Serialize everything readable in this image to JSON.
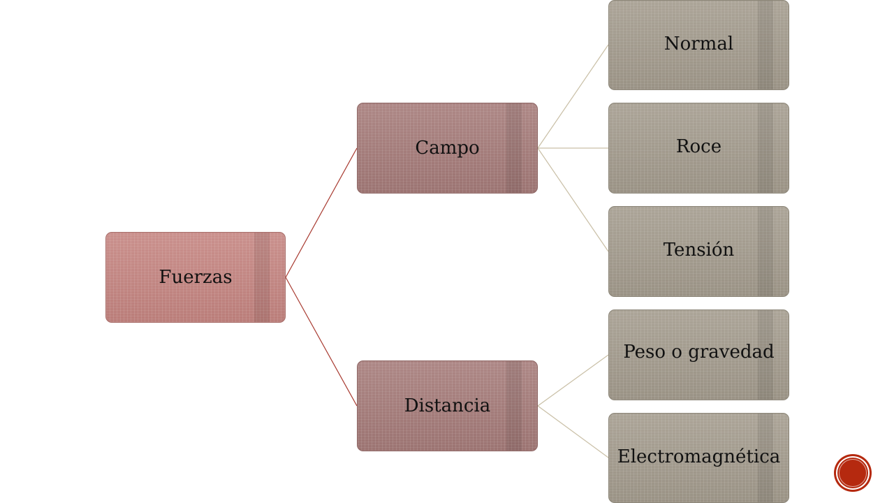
{
  "diagram": {
    "root": {
      "label": "Fuerzas",
      "color": "#c48480"
    },
    "branches": [
      {
        "label": "Campo",
        "color": "#a47a78",
        "children": [
          {
            "label": "Normal"
          },
          {
            "label": "Roce"
          },
          {
            "label": "Tensión"
          }
        ]
      },
      {
        "label": "Distancia",
        "color": "#a47a78",
        "children": [
          {
            "label": "Peso o gravedad"
          },
          {
            "label": "Electromagnética"
          }
        ]
      }
    ],
    "leaf_color": "#a29a8c",
    "root_connector_color": "#a83a30",
    "leaf_connector_color": "#c9bfa6"
  },
  "nav": {
    "button_color": "#b5290f",
    "icon": "circle-nav-icon"
  }
}
